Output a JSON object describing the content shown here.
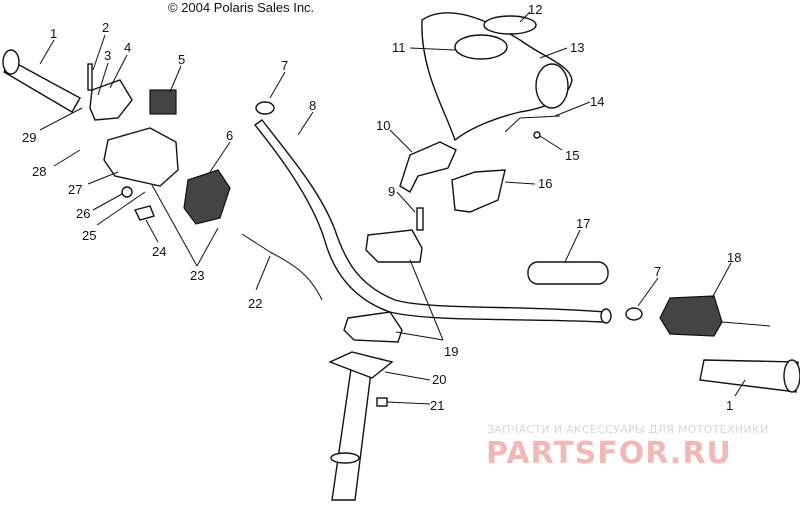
{
  "copyright": "© 2004 Polaris Sales Inc.",
  "callouts": [
    "1",
    "2",
    "3",
    "4",
    "5",
    "6",
    "7",
    "8",
    "9",
    "10",
    "11",
    "12",
    "13",
    "14",
    "15",
    "16",
    "17",
    "18",
    "19",
    "20",
    "21",
    "22",
    "23",
    "24",
    "25",
    "26",
    "27",
    "28",
    "29",
    "7",
    "1"
  ],
  "watermark": {
    "tagline": "ЗАПЧАСТИ И АКСЕССУАРЫ ДЛЯ МОТОТЕХНИКИ",
    "logo": "PARTSFOR.RU"
  }
}
